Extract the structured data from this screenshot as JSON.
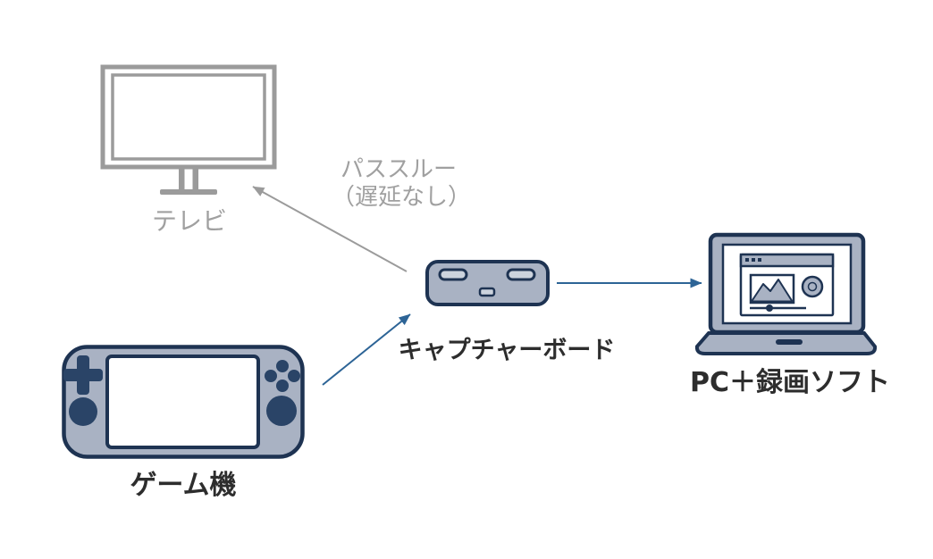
{
  "diagram": {
    "nodes": {
      "tv": {
        "label": "テレビ",
        "icon": "tv-icon",
        "style": "gray-inactive"
      },
      "game_console": {
        "label": "ゲーム機",
        "icon": "game-console-icon",
        "style": "blue-device"
      },
      "capture_board": {
        "label": "キャプチャーボード",
        "icon": "capture-board-icon",
        "style": "blue-device"
      },
      "pc": {
        "label": "PC＋録画ソフト",
        "icon": "laptop-icon",
        "style": "blue-device"
      }
    },
    "edges": [
      {
        "from": "game_console",
        "to": "capture_board",
        "style": "blue-arrow"
      },
      {
        "from": "capture_board",
        "to": "pc",
        "style": "blue-arrow"
      },
      {
        "from": "capture_board",
        "to": "tv",
        "style": "gray-arrow",
        "label_line1": "パススルー",
        "label_line2": "（遅延なし）"
      }
    ]
  },
  "colors": {
    "background": "#ffffff",
    "device_fill": "#a9b2c3",
    "device_border": "#1e3352",
    "button_fill": "#2a4467",
    "port_fill": "#ccd3dd",
    "screen_fill": "#ffffff",
    "arrow_blue": "#2d6496",
    "gray": "#9b9b9b",
    "text_dark": "#2d2d2d",
    "text_gray": "#a0a0a0"
  }
}
